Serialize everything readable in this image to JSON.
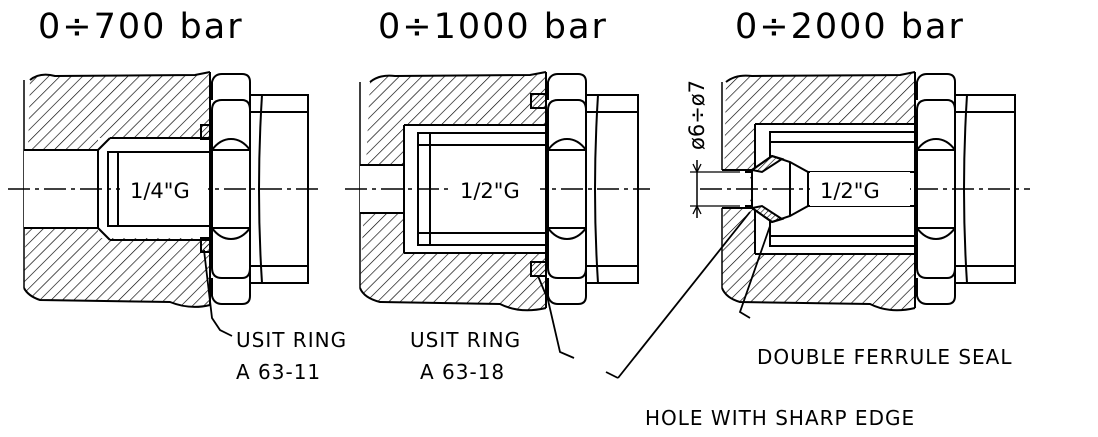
{
  "panels": [
    {
      "pressure": "0÷700 bar",
      "thread": "1/4\"G",
      "ring_label_1": "USIT RING",
      "ring_label_2": "A 63-11"
    },
    {
      "pressure": "0÷1000 bar",
      "thread": "1/2\"G",
      "ring_label_1": "USIT RING",
      "ring_label_2": "A 63-18"
    },
    {
      "pressure": "0÷2000 bar",
      "thread": "1/2\"G",
      "diameter": "ø6÷ø7",
      "seal_label": "DOUBLE FERRULE SEAL",
      "hole_label": "HOLE WITH SHARP EDGE"
    }
  ],
  "colors": {
    "ink": "#000000",
    "background": "#ffffff"
  }
}
